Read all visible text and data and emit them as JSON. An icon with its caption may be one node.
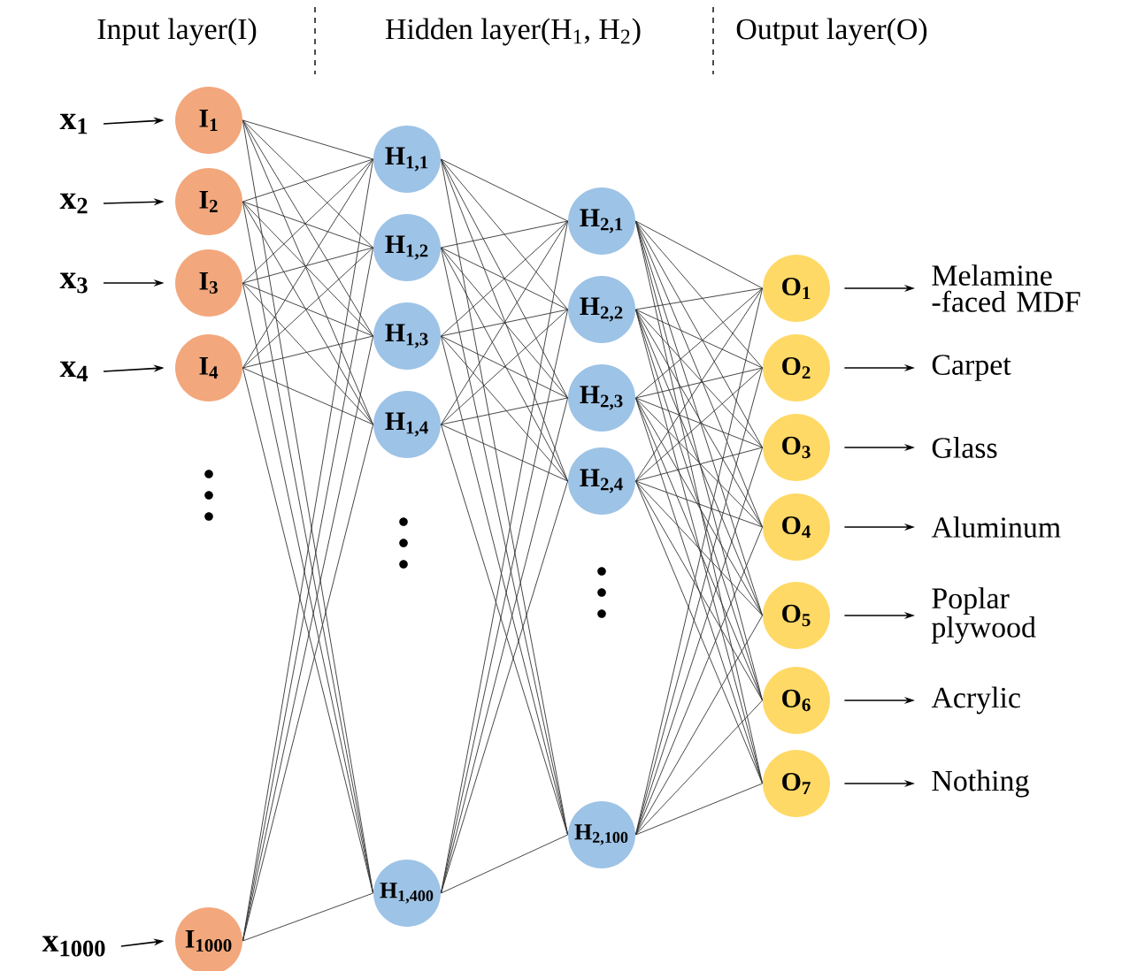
{
  "diagram": {
    "nodes": [
      {
        "text": [
          "x$_{1}$"
        ]
      },
      {
        "text": [
          "x$_{2}$"
        ]
      },
      {
        "text": [
          "x$_{3}$"
        ]
      },
      {
        "text": [
          "x$_{4}$"
        ]
      },
      {
        "text": [
          "x$_{1000}$"
        ]
      },
      {
        "text": [
          "I$_{1}$"
        ]
      },
      {
        "text": [
          "I$_{2}$"
        ]
      },
      {
        "text": [
          "I$_{3}$"
        ]
      },
      {
        "text": [
          "I$_{4}$"
        ]
      },
      {
        "text": [
          "I$_{1000}$"
        ]
      },
      {
        "text": [
          "H$_{1,1}$"
        ]
      },
      {
        "text": [
          "H$_{1,2}$"
        ]
      },
      {
        "text": [
          "H$_{1,3}$"
        ]
      },
      {
        "text": [
          "H$_{1,4}$"
        ]
      },
      {
        "text": [
          "H$_{1,400}$"
        ]
      },
      {
        "text": [
          "H$_{2,1}$"
        ]
      },
      {
        "text": [
          "H$_{2,2}$"
        ]
      },
      {
        "text": [
          "H$_{2,3}$"
        ]
      },
      {
        "text": [
          "H$_{2,4}$"
        ]
      },
      {
        "text": [
          "H$_{2,100}$"
        ]
      },
      {
        "text": [
          "O$_{1}$"
        ]
      },
      {
        "text": [
          "O$_{2}$"
        ]
      },
      {
        "text": [
          "O$_{3}$"
        ]
      },
      {
        "text": [
          "O$_{4}$"
        ]
      },
      {
        "text": [
          "O$_{5}$"
        ]
      },
      {
        "text": [
          "O$_{6}$"
        ]
      },
      {
        "text": [
          "O$_{7}$"
        ]
      },
      {
        "text": [
          "Melamine -faced MDF"
        ]
      },
      {
        "text": [
          "Carpet"
        ]
      },
      {
        "text": [
          "Glass"
        ]
      },
      {
        "text": [
          "Aluminum"
        ]
      },
      {
        "text": [
          "Poplar plywood"
        ]
      },
      {
        "text": [
          "Acrylic"
        ]
      },
      {
        "text": [
          "Nothing"
        ]
      }
    ],
    "edges": [
      {
        "from": 0,
        "to": 5,
        "arrow": "to"
      },
      {
        "from": 1,
        "to": 6,
        "arrow": "to"
      },
      {
        "from": 2,
        "to": 7,
        "arrow": "to"
      },
      {
        "from": 3,
        "to": 8,
        "arrow": "to"
      },
      {
        "from": 4,
        "to": 9,
        "arrow": "to"
      },
      {
        "from": 5,
        "to": 10,
        "arrow": "none"
      },
      {
        "from": 5,
        "to": 11,
        "arrow": "none"
      },
      {
        "from": 5,
        "to": 12,
        "arrow": "none"
      },
      {
        "from": 5,
        "to": 13,
        "arrow": "none"
      },
      {
        "from": 5,
        "to": 14,
        "arrow": "none"
      },
      {
        "from": 6,
        "to": 10,
        "arrow": "none"
      },
      {
        "from": 6,
        "to": 11,
        "arrow": "none"
      },
      {
        "from": 6,
        "to": 12,
        "arrow": "none"
      },
      {
        "from": 6,
        "to": 13,
        "arrow": "none"
      },
      {
        "from": 6,
        "to": 14,
        "arrow": "none"
      },
      {
        "from": 7,
        "to": 10,
        "arrow": "none"
      },
      {
        "from": 7,
        "to": 11,
        "arrow": "none"
      },
      {
        "from": 7,
        "to": 12,
        "arrow": "none"
      },
      {
        "from": 7,
        "to": 13,
        "arrow": "none"
      },
      {
        "from": 7,
        "to": 14,
        "arrow": "none"
      },
      {
        "from": 8,
        "to": 10,
        "arrow": "none"
      },
      {
        "from": 8,
        "to": 11,
        "arrow": "none"
      },
      {
        "from": 8,
        "to": 12,
        "arrow": "none"
      },
      {
        "from": 8,
        "to": 13,
        "arrow": "none"
      },
      {
        "from": 8,
        "to": 14,
        "arrow": "none"
      },
      {
        "from": 9,
        "to": 10,
        "arrow": "none"
      },
      {
        "from": 9,
        "to": 11,
        "arrow": "none"
      },
      {
        "from": 9,
        "to": 12,
        "arrow": "none"
      },
      {
        "from": 9,
        "to": 13,
        "arrow": "none"
      },
      {
        "from": 9,
        "to": 14,
        "arrow": "none"
      },
      {
        "from": 10,
        "to": 15,
        "arrow": "none"
      },
      {
        "from": 10,
        "to": 16,
        "arrow": "none"
      },
      {
        "from": 10,
        "to": 17,
        "arrow": "none"
      },
      {
        "from": 10,
        "to": 18,
        "arrow": "none"
      },
      {
        "from": 10,
        "to": 19,
        "arrow": "none"
      },
      {
        "from": 11,
        "to": 15,
        "arrow": "none"
      },
      {
        "from": 11,
        "to": 16,
        "arrow": "none"
      },
      {
        "from": 11,
        "to": 17,
        "arrow": "none"
      },
      {
        "from": 11,
        "to": 18,
        "arrow": "none"
      },
      {
        "from": 11,
        "to": 19,
        "arrow": "none"
      },
      {
        "from": 12,
        "to": 15,
        "arrow": "none"
      },
      {
        "from": 12,
        "to": 16,
        "arrow": "none"
      },
      {
        "from": 12,
        "to": 17,
        "arrow": "none"
      },
      {
        "from": 12,
        "to": 18,
        "arrow": "none"
      },
      {
        "from": 12,
        "to": 19,
        "arrow": "none"
      },
      {
        "from": 13,
        "to": 15,
        "arrow": "none"
      },
      {
        "from": 13,
        "to": 16,
        "arrow": "none"
      },
      {
        "from": 13,
        "to": 17,
        "arrow": "none"
      },
      {
        "from": 13,
        "to": 18,
        "arrow": "none"
      },
      {
        "from": 13,
        "to": 19,
        "arrow": "none"
      },
      {
        "from": 14,
        "to": 15,
        "arrow": "none"
      },
      {
        "from": 14,
        "to": 16,
        "arrow": "none"
      },
      {
        "from": 14,
        "to": 17,
        "arrow": "none"
      },
      {
        "from": 14,
        "to": 18,
        "arrow": "none"
      },
      {
        "from": 14,
        "to": 19,
        "arrow": "none"
      },
      {
        "from": 15,
        "to": 20,
        "arrow": "none"
      },
      {
        "from": 15,
        "to": 21,
        "arrow": "none"
      },
      {
        "from": 15,
        "to": 22,
        "arrow": "none"
      },
      {
        "from": 15,
        "to": 23,
        "arrow": "none"
      },
      {
        "from": 15,
        "to": 24,
        "arrow": "none"
      },
      {
        "from": 15,
        "to": 25,
        "arrow": "none"
      },
      {
        "from": 15,
        "to": 26,
        "arrow": "none"
      },
      {
        "from": 16,
        "to": 20,
        "arrow": "none"
      },
      {
        "from": 16,
        "to": 21,
        "arrow": "none"
      },
      {
        "from": 16,
        "to": 22,
        "arrow": "none"
      },
      {
        "from": 16,
        "to": 23,
        "arrow": "none"
      },
      {
        "from": 16,
        "to": 24,
        "arrow": "none"
      },
      {
        "from": 16,
        "to": 25,
        "arrow": "none"
      },
      {
        "from": 16,
        "to": 26,
        "arrow": "none"
      },
      {
        "from": 17,
        "to": 20,
        "arrow": "none"
      },
      {
        "from": 17,
        "to": 21,
        "arrow": "none"
      },
      {
        "from": 17,
        "to": 22,
        "arrow": "none"
      },
      {
        "from": 17,
        "to": 23,
        "arrow": "none"
      },
      {
        "from": 17,
        "to": 24,
        "arrow": "none"
      },
      {
        "from": 17,
        "to": 25,
        "arrow": "none"
      },
      {
        "from": 17,
        "to": 26,
        "arrow": "none"
      },
      {
        "from": 18,
        "to": 20,
        "arrow": "none"
      },
      {
        "from": 18,
        "to": 21,
        "arrow": "none"
      },
      {
        "from": 18,
        "to": 22,
        "arrow": "none"
      },
      {
        "from": 18,
        "to": 23,
        "arrow": "none"
      },
      {
        "from": 18,
        "to": 24,
        "arrow": "none"
      },
      {
        "from": 18,
        "to": 25,
        "arrow": "none"
      },
      {
        "from": 18,
        "to": 26,
        "arrow": "none"
      },
      {
        "from": 19,
        "to": 20,
        "arrow": "none"
      },
      {
        "from": 19,
        "to": 21,
        "arrow": "none"
      },
      {
        "from": 19,
        "to": 22,
        "arrow": "none"
      },
      {
        "from": 19,
        "to": 23,
        "arrow": "none"
      },
      {
        "from": 19,
        "to": 24,
        "arrow": "none"
      },
      {
        "from": 19,
        "to": 25,
        "arrow": "none"
      },
      {
        "from": 19,
        "to": 26,
        "arrow": "none"
      },
      {
        "from": 20,
        "to": 27,
        "arrow": "to"
      },
      {
        "from": 21,
        "to": 28,
        "arrow": "to"
      },
      {
        "from": 22,
        "to": 29,
        "arrow": "to"
      },
      {
        "from": 23,
        "to": 30,
        "arrow": "to"
      },
      {
        "from": 24,
        "to": 31,
        "arrow": "to"
      },
      {
        "from": 25,
        "to": 32,
        "arrow": "to"
      },
      {
        "from": 26,
        "to": 33,
        "arrow": "to"
      }
    ],
    "labels": [
      "Input layer(I)",
      "Hidden layer(H$_{1}$, H$_{2}$)",
      "Output layer(O)"
    ]
  }
}
